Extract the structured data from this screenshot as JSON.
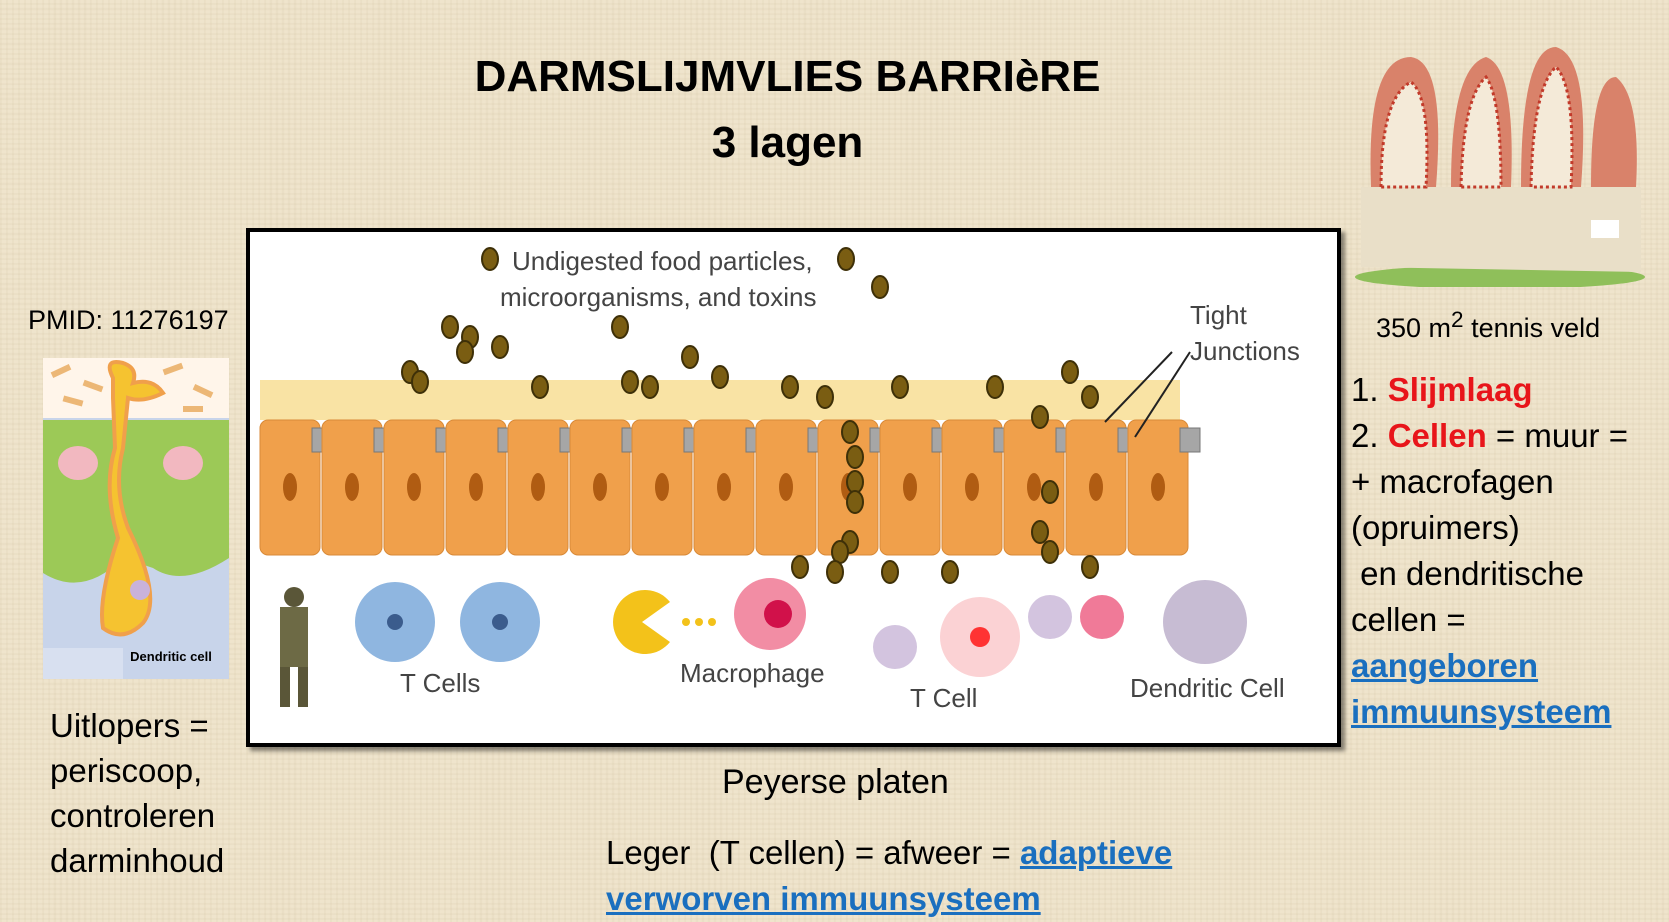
{
  "title": {
    "line1": "DARMSLIJMVLIES BARRIèRE",
    "line2": "3 lagen"
  },
  "left": {
    "pmid": "PMID: 11276197",
    "figure_label": "Dendritic cell",
    "lines": [
      "Uitlopers =",
      "periscoop,",
      "controleren",
      "darminhoud"
    ]
  },
  "diagram": {
    "food_label_1": "Undigested food particles,",
    "food_label_2": "microorganisms, and toxins",
    "tight_1": "Tight",
    "tight_2": "Junctions",
    "t_cells": "T Cells",
    "macrophage": "Macrophage",
    "t_cell": "T Cell",
    "dendritic_cell": "Dendritic Cell"
  },
  "right": {
    "caption_pre": "350 m",
    "caption_sup": "2",
    "caption_post": " tennis veld",
    "item1_num": "1. ",
    "item1_red": "Slijmlaag",
    "item2_num": "2. ",
    "item2_red": "Cellen",
    "item2_rest": " = muur =",
    "line3": "+ macrofagen",
    "line4": "(opruimers)",
    "line5": " en dendritische",
    "line6": "cellen =",
    "link1": "aangeboren",
    "link2": "immuunsysteem"
  },
  "bottom": {
    "peyer": "Peyerse platen",
    "leger": "Leger  (T cellen) = afweer = ",
    "link1": "adaptieve",
    "link2": "verworven immuunsysteem"
  },
  "colors": {
    "red": "#e8151a",
    "link": "#1a6fbf",
    "cell": "#f0a04b"
  }
}
